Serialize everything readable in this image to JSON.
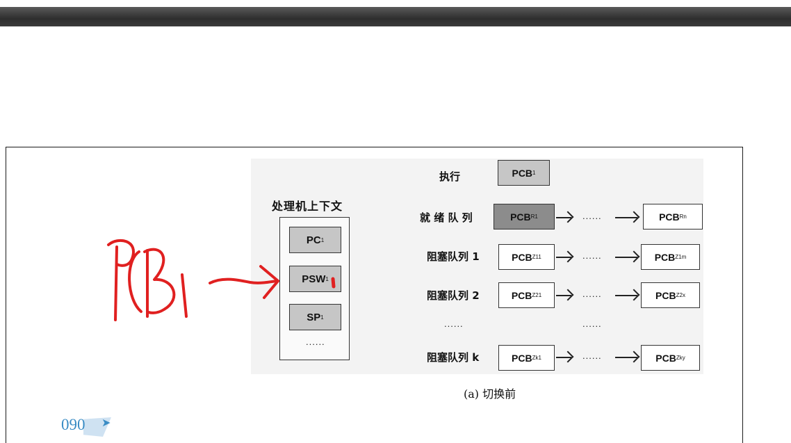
{
  "context": {
    "title": "处理机上下文",
    "registers": [
      "PC",
      "PSW",
      "SP"
    ],
    "register_subscript": "1",
    "ellipsis": "......"
  },
  "queues": {
    "exec_label": "执行",
    "exec_pcb": "PCB",
    "exec_sub": "1",
    "ready_label": "就 绪 队 列",
    "ready_first": "PCB",
    "ready_first_sub": "R1",
    "ready_last": "PCB",
    "ready_last_sub": "Rn",
    "blocked": [
      {
        "label": "阻塞队列 1",
        "first": "PCB",
        "first_sub": "Z11",
        "last": "PCB",
        "last_sub": "Z1m"
      },
      {
        "label": "阻塞队列 2",
        "first": "PCB",
        "first_sub": "Z21",
        "last": "PCB",
        "last_sub": "Z2x"
      },
      {
        "label": "阻塞队列 k",
        "first": "PCB",
        "first_sub": "Zk1",
        "last": "PCB",
        "last_sub": "Zky"
      }
    ],
    "mid_ellipsis": "......",
    "row_ellipsis": "......"
  },
  "caption": "(a) 切换前",
  "page_number": "090",
  "annotation": {
    "text": "PCB1",
    "color": "#e02020"
  },
  "colors": {
    "box_grey": "#c6c6c6",
    "box_dark": "#8c8c8c",
    "page_number": "#3a8cc4"
  }
}
